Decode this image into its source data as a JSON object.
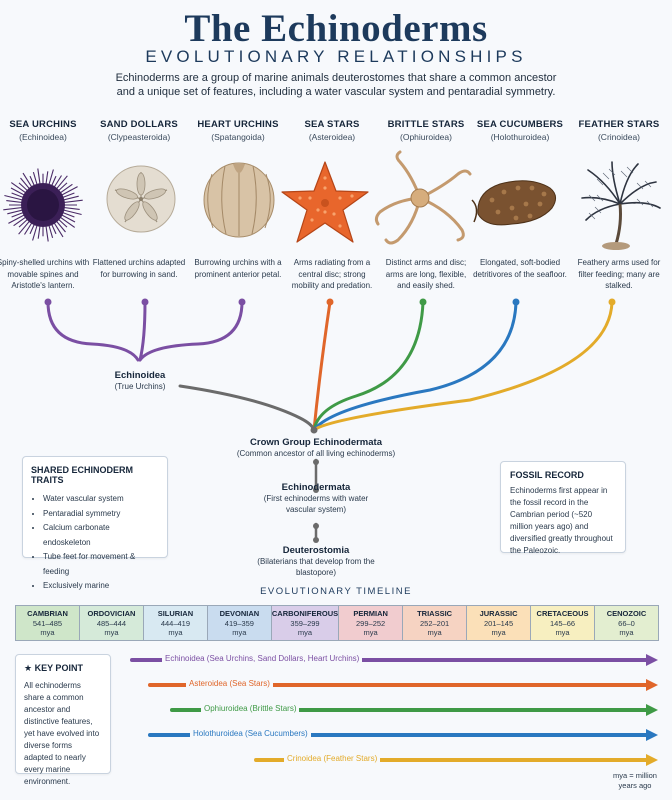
{
  "header": {
    "title": "The Echinoderms",
    "subtitle": "EVOLUTIONARY RELATIONSHIPS",
    "intro": "Echinoderms are a group of marine animals deuterostomes that share a common ancestor and a unique set of features, including a water vascular system and pentaradial symmetry."
  },
  "groups": [
    {
      "name": "SEA URCHINS",
      "latin": "(Echinoidea)",
      "desc": "Spiny-shelled urchins with movable spines and Aristotle's lantern."
    },
    {
      "name": "SAND DOLLARS",
      "latin": "(Clypeasteroida)",
      "desc": "Flattened urchins adapted for burrowing in sand."
    },
    {
      "name": "HEART URCHINS",
      "latin": "(Spatangoida)",
      "desc": "Burrowing urchins with a prominent anterior petal."
    },
    {
      "name": "SEA STARS",
      "latin": "(Asteroidea)",
      "desc": "Arms radiating from a central disc; strong mobility and predation."
    },
    {
      "name": "BRITTLE STARS",
      "latin": "(Ophiuroidea)",
      "desc": "Distinct arms and disc; arms are long, flexible, and easily shed."
    },
    {
      "name": "SEA CUCUMBERS",
      "latin": "(Holothuroidea)",
      "desc": "Elongated, soft-bodied detritivores of the seafloor."
    },
    {
      "name": "FEATHER STARS",
      "latin": "(Crinoidea)",
      "desc": "Feathery arms used for filter feeding; many are stalked."
    }
  ],
  "nodes": {
    "echinoidea": {
      "title": "Echinoidea",
      "sub": "(True Urchins)"
    },
    "crown": {
      "title": "Crown Group Echinodermata",
      "sub": "(Common ancestor of all living echinoderms)"
    },
    "echinodermata": {
      "title": "Echinodermata",
      "sub": "(First echinoderms with water vascular system)"
    },
    "deuterostomia": {
      "title": "Deuterostomia",
      "sub": "(Bilaterians that develop from the blastopore)"
    }
  },
  "traits": {
    "title": "SHARED ECHINODERM TRAITS",
    "items": [
      "Water vascular system",
      "Pentaradial symmetry",
      "Calcium carbonate endoskeleton",
      "Tube feet for movement & feeding",
      "Exclusively marine"
    ]
  },
  "fossil": {
    "title": "FOSSIL RECORD",
    "body": "Echinoderms first appear in the fossil record in the Cambrian period (~520 million years ago) and diversified greatly throughout the Paleozoic."
  },
  "timeline": {
    "title": "EVOLUTIONARY TIMELINE",
    "unit": "mya",
    "periods": [
      {
        "name": "CAMBRIAN",
        "range": "541–485",
        "color": "#cfe6c9"
      },
      {
        "name": "ORDOVICIAN",
        "range": "485–444",
        "color": "#d5ead9"
      },
      {
        "name": "SILURIAN",
        "range": "444–419",
        "color": "#d8e9f2"
      },
      {
        "name": "DEVONIAN",
        "range": "419–359",
        "color": "#c9dcef"
      },
      {
        "name": "CARBONIFEROUS",
        "range": "359–299",
        "color": "#d9cde9"
      },
      {
        "name": "PERMIAN",
        "range": "299–252",
        "color": "#f1cccf"
      },
      {
        "name": "TRIASSIC",
        "range": "252–201",
        "color": "#f6d3c2"
      },
      {
        "name": "JURASSIC",
        "range": "201–145",
        "color": "#fbe0b8"
      },
      {
        "name": "CRETACEOUS",
        "range": "145–66",
        "color": "#f7efc0"
      },
      {
        "name": "CENOZOIC",
        "range": "66–0",
        "color": "#e3eed0"
      }
    ],
    "note": "mya = million years ago"
  },
  "lineages": [
    {
      "label": "Echinoidea (Sea Urchins, Sand Dollars, Heart Urchins)",
      "color": "#7b4fa3"
    },
    {
      "label": "Asteroidea (Sea Stars)",
      "color": "#e0662a"
    },
    {
      "label": "Ophiuroidea (Brittle Stars)",
      "color": "#3f9a46"
    },
    {
      "label": "Holothuroidea (Sea Cucumbers)",
      "color": "#2a78c0"
    },
    {
      "label": "Crinoidea (Feather Stars)",
      "color": "#e3ab2a"
    }
  ],
  "key_point": {
    "title": "KEY POINT",
    "body": "All echinoderms share a common ancestor and distinctive features, yet have evolved into diverse forms adapted to nearly every marine environment."
  },
  "colors": {
    "urchin": "#7b4fa3",
    "star": "#e0662a",
    "brittle": "#3f9a46",
    "cucumber": "#2a78c0",
    "feather": "#e3ab2a",
    "stem": "#6b6b6b"
  }
}
